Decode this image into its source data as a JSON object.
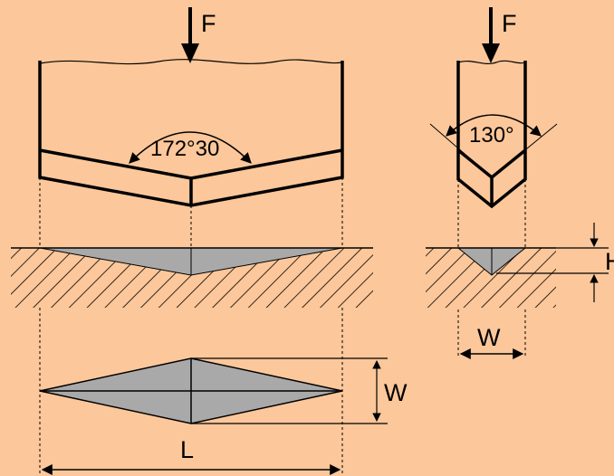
{
  "labels": {
    "force_left": "F",
    "force_right": "F",
    "angle_left": "172°30",
    "angle_right": "130°",
    "width_bottom": "W",
    "length": "L",
    "width_right": "W",
    "height": "H"
  },
  "colors": {
    "background": "#fcc79a",
    "indent_fill": "#a9a9a9",
    "stroke": "#000000",
    "hatch": "#000000"
  }
}
